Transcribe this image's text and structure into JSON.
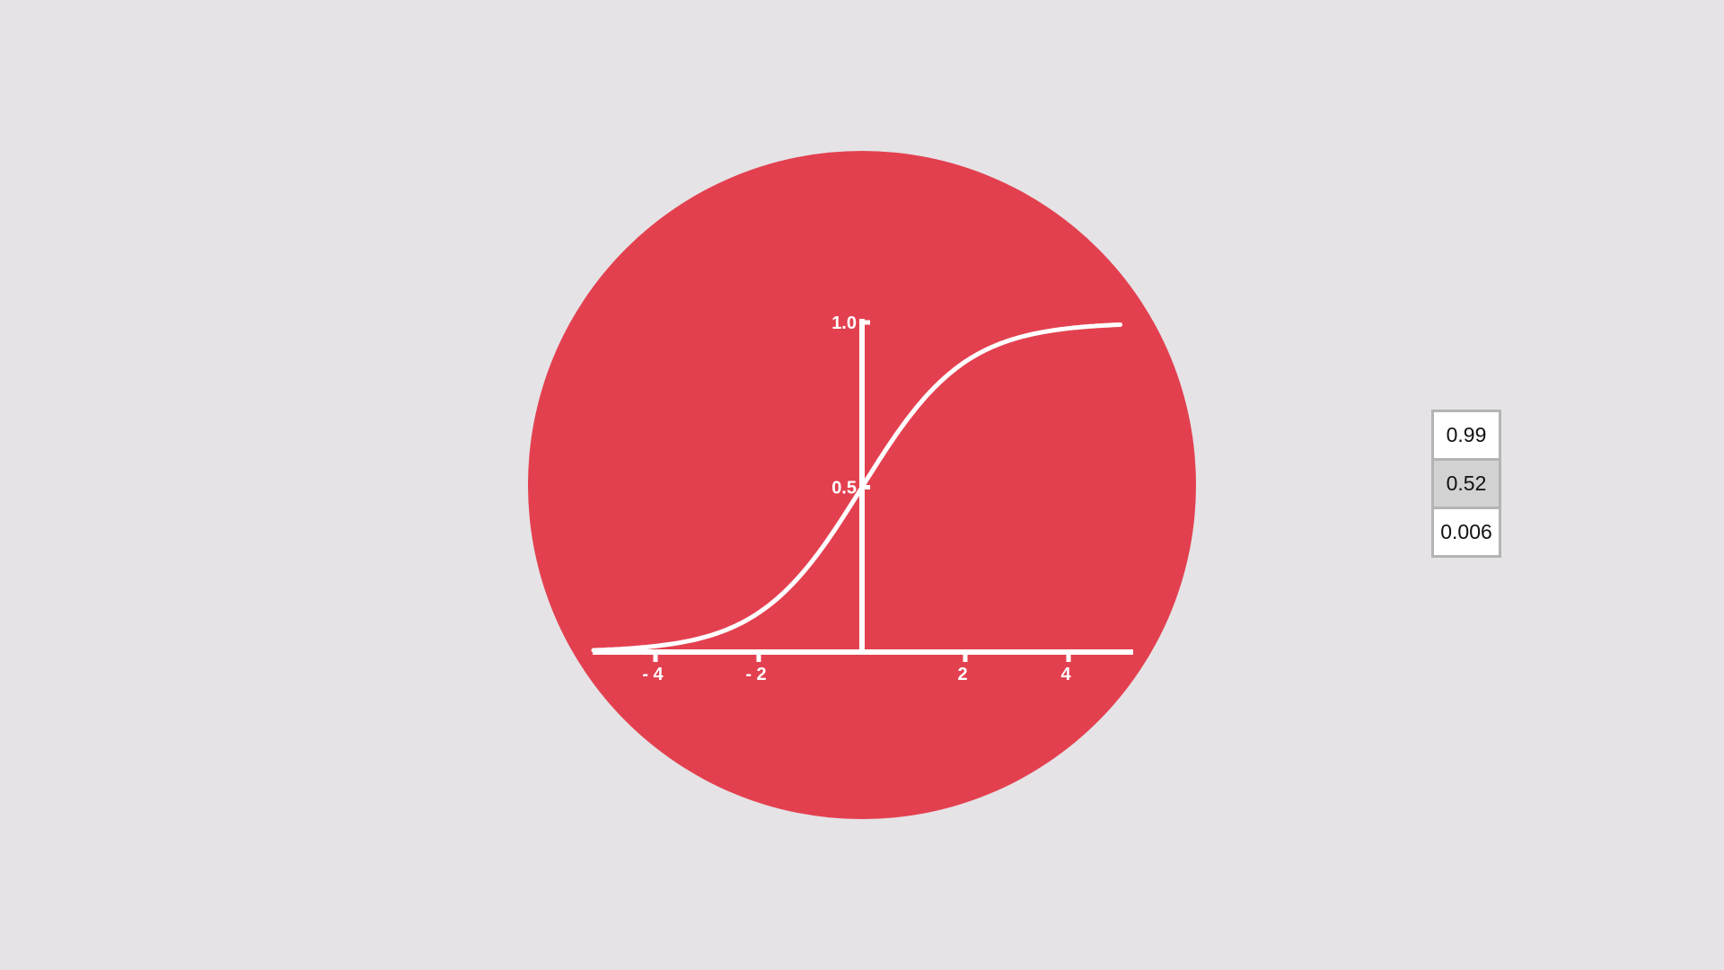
{
  "colors": {
    "background": "#e5e3e6",
    "disc": "#e3404f",
    "foreground": "#ffffff",
    "table_border": "#b4b4b4",
    "table_highlight": "#d2d2d2"
  },
  "chart_data": {
    "type": "line",
    "function": "sigmoid",
    "series": [
      {
        "x": [
          -5.2,
          -4.5,
          -4,
          -3.5,
          -3,
          -2.5,
          -2,
          -1.5,
          -1,
          -0.5,
          0,
          0.5,
          1,
          1.5,
          2,
          2.5,
          3,
          3.5,
          4,
          4.5,
          5
        ],
        "values": [
          0.005,
          0.011,
          0.018,
          0.029,
          0.047,
          0.076,
          0.119,
          0.182,
          0.269,
          0.378,
          0.5,
          0.622,
          0.731,
          0.818,
          0.881,
          0.924,
          0.953,
          0.971,
          0.982,
          0.989,
          0.993
        ]
      }
    ],
    "xlim": [
      -5.2,
      5.2
    ],
    "ylim": [
      0,
      1.0
    ],
    "x_ticks": [
      -4,
      -2,
      2,
      4
    ],
    "x_tick_labels": [
      "- 4",
      "- 2",
      "2",
      "4"
    ],
    "y_ticks": [
      0.5,
      1.0
    ],
    "y_tick_labels": [
      "0.5",
      "1.0"
    ],
    "grid": false,
    "title": "",
    "xlabel": "",
    "ylabel": ""
  },
  "value_table": {
    "values": [
      "0.99",
      "0.52",
      "0.006"
    ],
    "highlighted_index": 1
  }
}
